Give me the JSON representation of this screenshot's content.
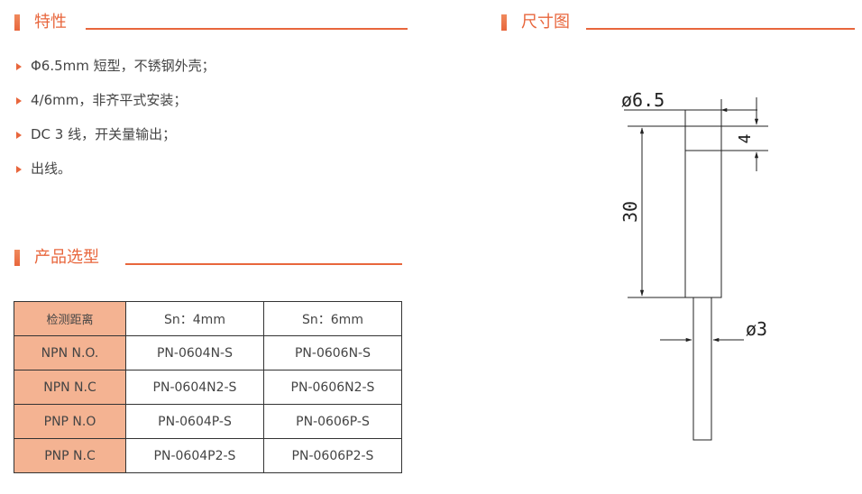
{
  "features": {
    "title": "特性",
    "items": [
      "Φ6.5mm 短型，不锈钢外壳；",
      "4/6mm，非齐平式安装；",
      "DC 3 线，开关量输出；",
      "出线。"
    ]
  },
  "dimensions": {
    "title": "尺寸图",
    "labels": {
      "diameter_body": "ø6.5",
      "thread_length": "4",
      "body_length": "30",
      "diameter_cable": "ø3"
    }
  },
  "selection": {
    "title": "产品选型",
    "header": [
      "检测距离",
      "Sn：4mm",
      "Sn：6mm"
    ],
    "rows": [
      [
        "NPN N.O.",
        "PN-0604N-S",
        "PN-0606N-S"
      ],
      [
        "NPN N.C",
        "PN-0604N2-S",
        "PN-0606N2-S"
      ],
      [
        "PNP N.O",
        "PN-0604P-S",
        "PN-0606P-S"
      ],
      [
        "PNP N.C",
        "PN-0604P2-S",
        "PN-0606P2-S"
      ]
    ]
  },
  "colors": {
    "accent": "#e8663c",
    "table_label_fill": "#f4b392"
  }
}
